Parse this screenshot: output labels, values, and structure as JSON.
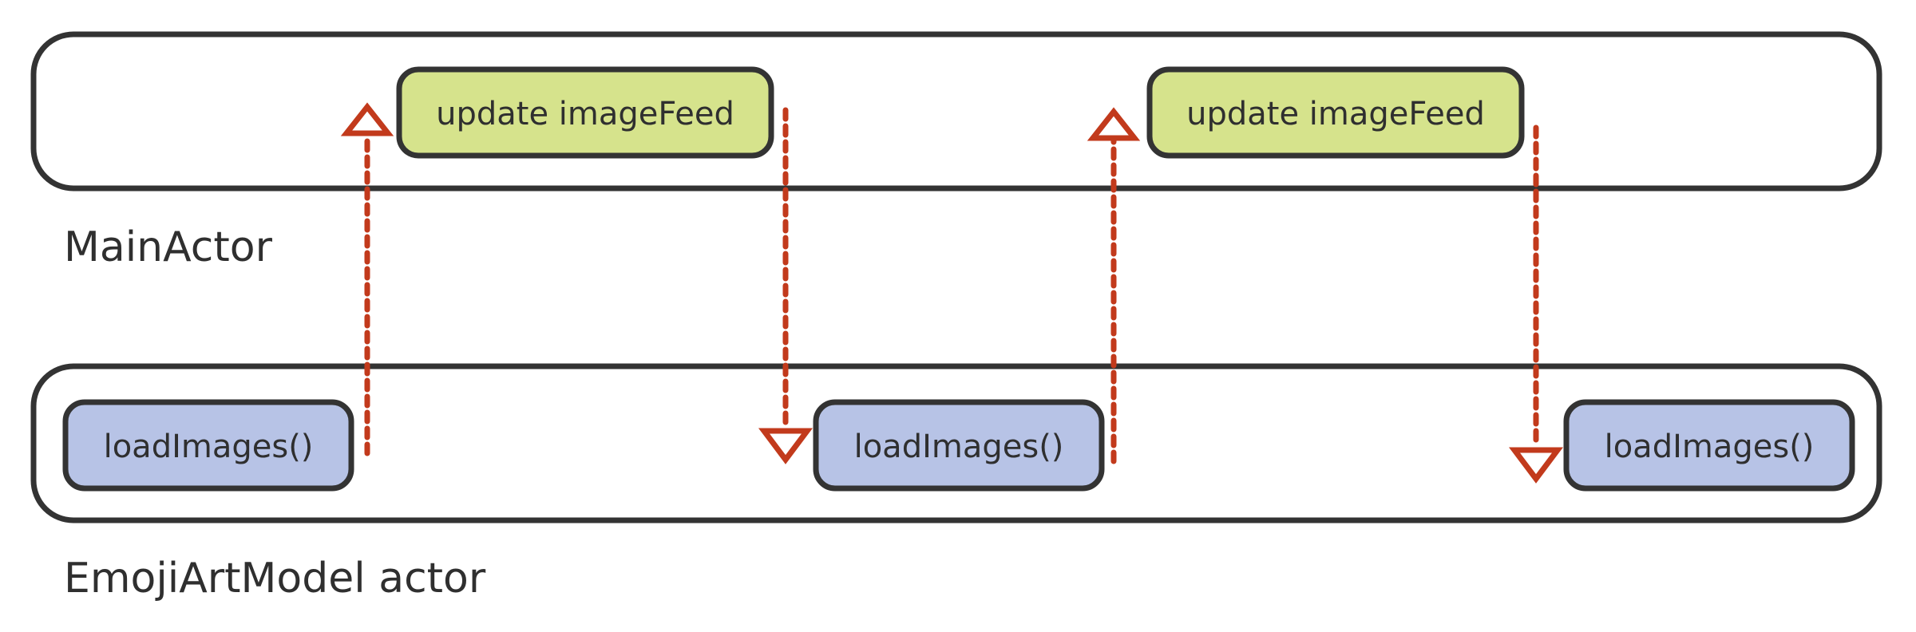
{
  "lanes": {
    "main_actor": {
      "label": "MainActor"
    },
    "model_actor": {
      "label": "EmojiArtModel actor"
    }
  },
  "main_tasks": [
    {
      "label": "update imageFeed"
    },
    {
      "label": "update imageFeed"
    }
  ],
  "model_tasks": [
    {
      "label": "loadImages()"
    },
    {
      "label": "loadImages()"
    },
    {
      "label": "loadImages()"
    }
  ],
  "colors": {
    "main_task_fill": "#d6e38c",
    "model_task_fill": "#b7c3e6",
    "outline": "#333333",
    "arrow": "#c23a1c",
    "text": "#2f2f2f"
  }
}
